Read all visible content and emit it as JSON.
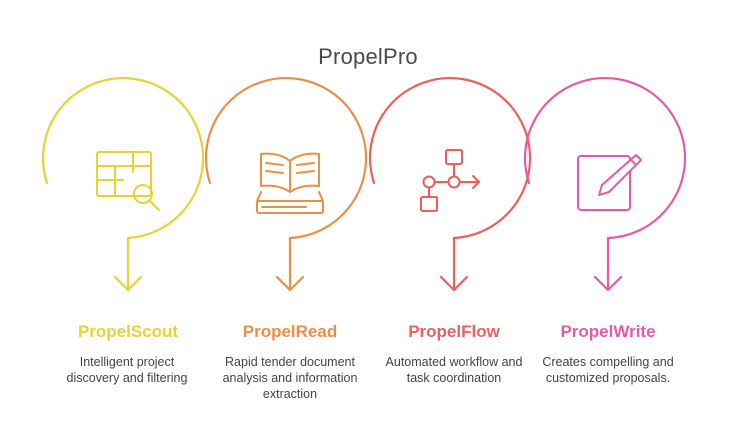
{
  "title": "PropelPro",
  "steps": [
    {
      "name": "PropelScout",
      "description": "Intelligent project discovery and filtering",
      "icon": "table-search-icon",
      "color": "#e5d332"
    },
    {
      "name": "PropelRead",
      "description": "Rapid tender document analysis and information extraction",
      "icon": "open-book-icon",
      "color": "#e8904a"
    },
    {
      "name": "PropelFlow",
      "description": "Automated workflow and task coordination",
      "icon": "workflow-icon",
      "color": "#ec5f5a"
    },
    {
      "name": "PropelWrite",
      "description": "Creates compelling and customized proposals.",
      "icon": "edit-document-icon",
      "color": "#e55aa8"
    }
  ]
}
